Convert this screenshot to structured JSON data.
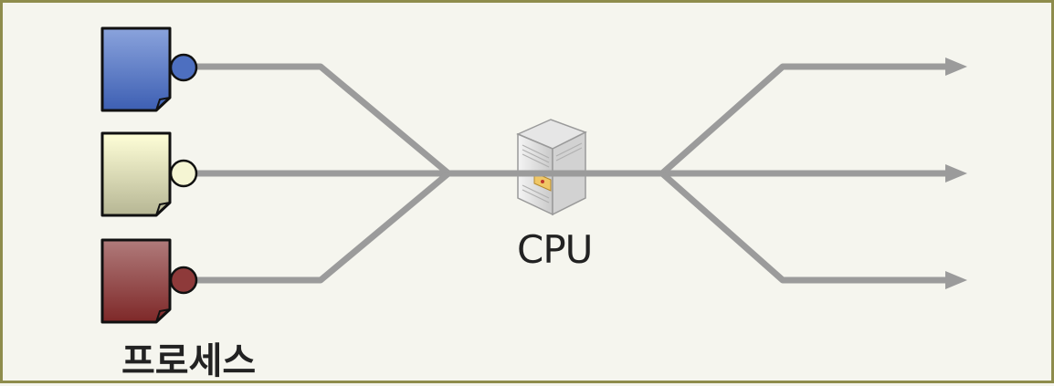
{
  "labels": {
    "cpu": "CPU",
    "process": "프로세스"
  },
  "processes": [
    {
      "name": "process-blue",
      "color": "#4d6fc0"
    },
    {
      "name": "process-cream",
      "color": "#f5f5d3"
    },
    {
      "name": "process-red",
      "color": "#8e3a3a"
    }
  ],
  "colors": {
    "line": "#9b9b9b",
    "frame": "#8e8c4c",
    "background": "#f5f5ee"
  },
  "icons": [
    "process-document-icon",
    "cpu-server-icon",
    "arrow-head-icon"
  ]
}
